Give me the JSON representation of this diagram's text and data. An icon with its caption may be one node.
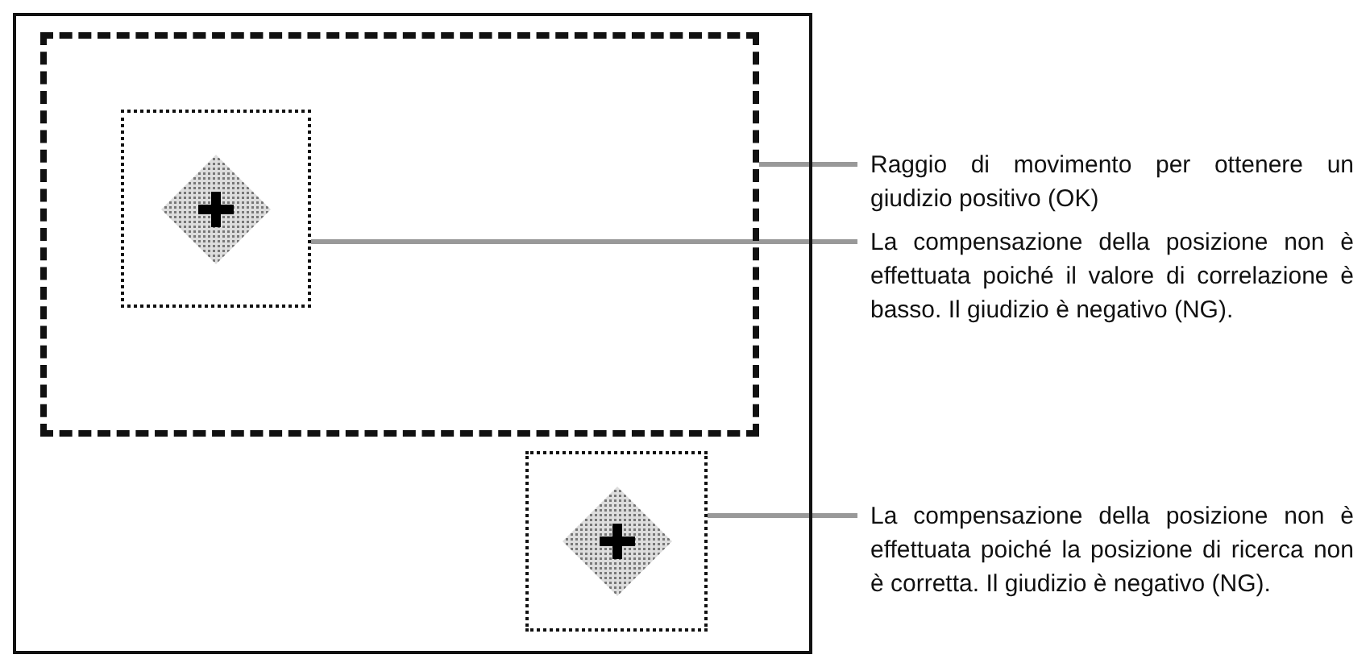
{
  "diagram": {
    "nodes": [
      {
        "text": [],
        "shape": "box"
      },
      {
        "text": [],
        "shape": "box",
        "in": 0
      },
      {
        "text": [],
        "shape": "box",
        "in": 1
      },
      {
        "text": [],
        "shape": "box",
        "in": 0
      },
      {
        "text": [
          "Raggio di movimento per ottenere un giudizio positivo (OK)"
        ]
      },
      {
        "text": [
          "La compensazione della posizione non è effettuata poiché il valore di correlazione è basso. Il giudizio è negativo (NG)."
        ]
      },
      {
        "text": [
          "La compensazione della posizione non è effettuata poiché la posizione di ricerca non è corretta. Il giudizio è negativo (NG)."
        ]
      }
    ],
    "edges": [
      {
        "from": 4,
        "to": 1,
        "arrow": "none"
      },
      {
        "from": 5,
        "to": 2,
        "arrow": "none"
      },
      {
        "from": 6,
        "to": 3,
        "arrow": "none"
      }
    ]
  }
}
